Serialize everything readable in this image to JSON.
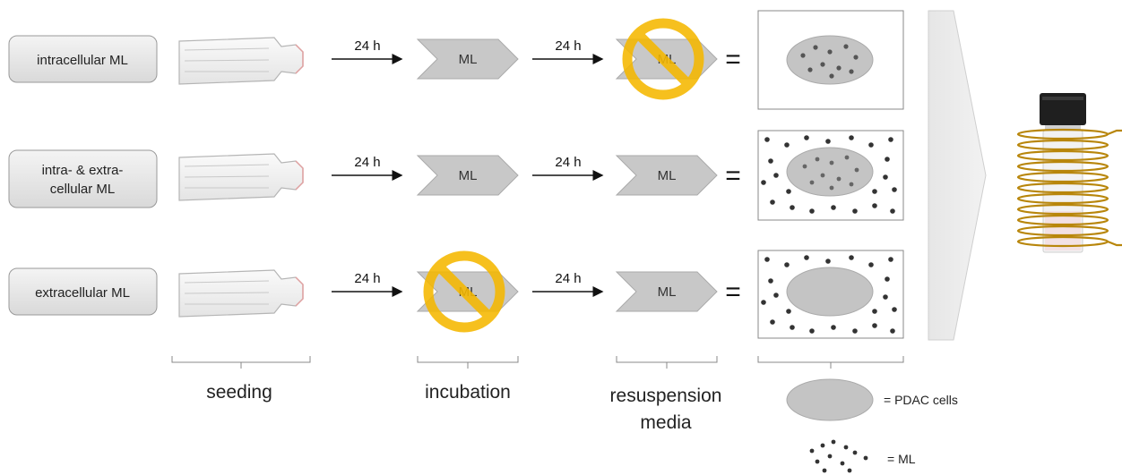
{
  "rows": [
    {
      "label_lines": [
        "intracellular ML"
      ],
      "arrow1": "24 h",
      "arrow2": "24 h",
      "chevron1": "ML",
      "chevron2": "ML",
      "equals": "="
    },
    {
      "label_lines": [
        "intra- & extra-",
        "cellular ML"
      ],
      "arrow1": "24 h",
      "arrow2": "24 h",
      "chevron1": "ML",
      "chevron2": "ML",
      "equals": "="
    },
    {
      "label_lines": [
        "extracellular ML"
      ],
      "arrow1": "24 h",
      "arrow2": "24 h",
      "chevron1": "ML",
      "chevron2": "ML",
      "equals": "="
    }
  ],
  "stages": {
    "seeding": "seeding",
    "incubation": "incubation",
    "resuspension_line1": "resuspension",
    "resuspension_line2": "media"
  },
  "legend": {
    "pdac": "= PDAC cells",
    "ml": "= ML"
  },
  "colors": {
    "chevron": "#c8c8c8",
    "cell": "#c4c4c4",
    "particle": "#444444",
    "prohibit": "#f5b800",
    "coil": "#b8860b"
  }
}
